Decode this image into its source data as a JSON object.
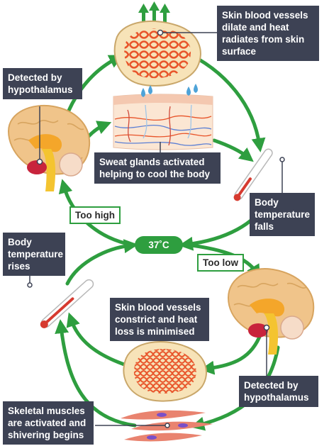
{
  "labels": {
    "vessels_dilate": "Skin blood vessels dilate and heat radiates from skin surface",
    "detected_top": "Detected by hypothalamus",
    "sweat": "Sweat glands activated helping to cool the body",
    "temp_falls": "Body temperature falls",
    "too_high": "Too high",
    "set_point": "37˚C",
    "too_low": "Too low",
    "temp_rises": "Body temperature rises",
    "vessels_constrict": "Skin blood vessels constrict and heat loss is minimised",
    "detected_bottom": "Detected by hypothalamus",
    "muscles": "Skeletal muscles are activated and shivering begins"
  },
  "colors": {
    "cycle_arrow": "#2e9e3f",
    "label_bg": "#3d4254",
    "brain": "#f0c48a",
    "vessel": "#e8542a",
    "muscle": "#e9836f"
  },
  "icons": [
    "brain-icon",
    "skin-patch-icon",
    "skin-cross-section-icon",
    "thermometer-icon",
    "muscle-fibres-icon",
    "heat-arrow-icon"
  ]
}
